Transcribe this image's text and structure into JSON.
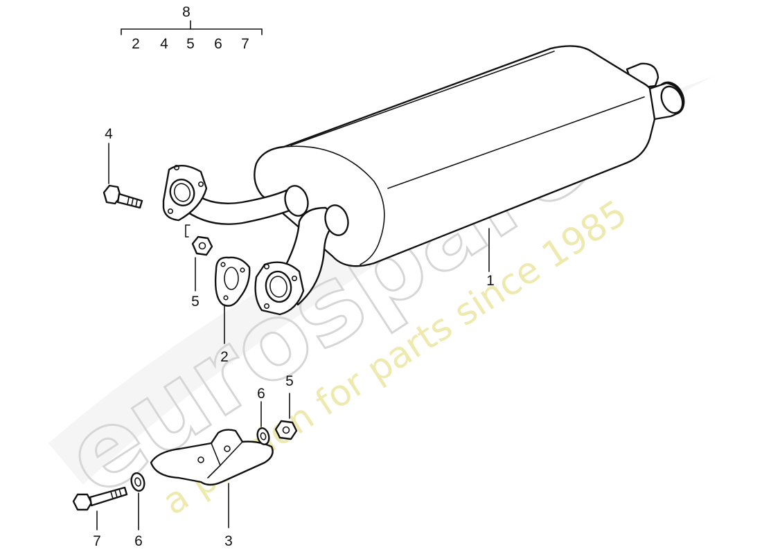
{
  "watermark": {
    "brand": "eurospares",
    "tagline": "a passion for parts since 1985",
    "brand_color": "#d9d9d9",
    "tagline_color": "#efe9a6"
  },
  "callouts": {
    "muffler": "1",
    "gasket_upper": "2",
    "heat_shield": "3",
    "bolt_upper": "4",
    "nut_upper": "5",
    "nut_lower": "5",
    "washer_lower": "6",
    "washer_left": "6",
    "bolt_lower": "7"
  },
  "kit": {
    "label": "8",
    "items": [
      "2",
      "4",
      "5",
      "6",
      "7"
    ]
  }
}
